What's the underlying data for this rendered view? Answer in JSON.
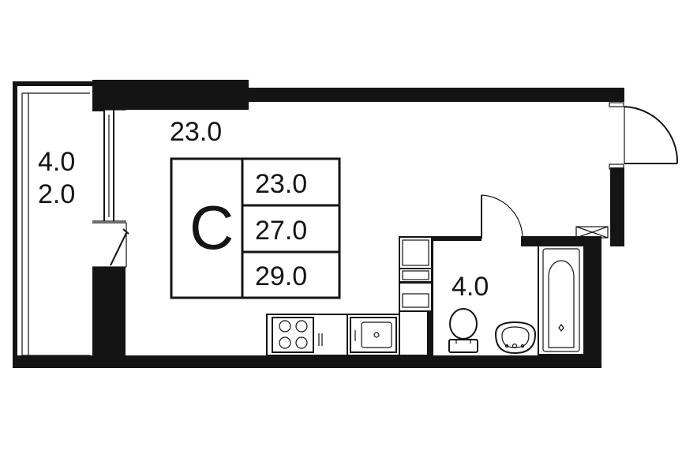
{
  "plan": {
    "main_room_area": "23.0",
    "balcony_area_1": "4.0",
    "balcony_area_2": "2.0",
    "bathroom_area": "4.0",
    "legend": {
      "type_letter": "C",
      "values": [
        "23.0",
        "27.0",
        "29.0"
      ]
    }
  }
}
